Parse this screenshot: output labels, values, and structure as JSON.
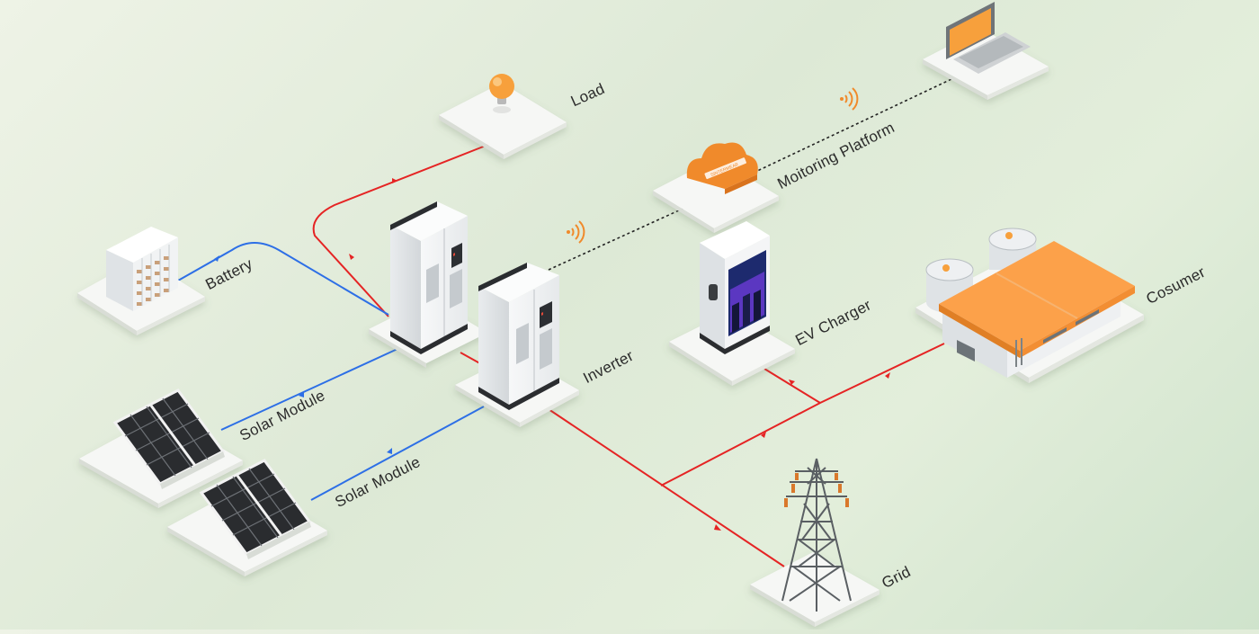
{
  "diagram": {
    "nodes": {
      "load": "Load",
      "monitoring": "Moitoring Platform",
      "battery": "Battery",
      "inverter": "Inverter",
      "ev_charger": "EV Charger",
      "consumer": "Cosumer",
      "solar1": "Solar Module",
      "solar2": "Solar Module",
      "grid": "Grid"
    },
    "brand_text": "SINTERMEAR",
    "colors": {
      "ac_line": "#e52424",
      "dc_line": "#2d6fe6",
      "data_line": "#222222",
      "accent_orange": "#f7a03c"
    }
  }
}
